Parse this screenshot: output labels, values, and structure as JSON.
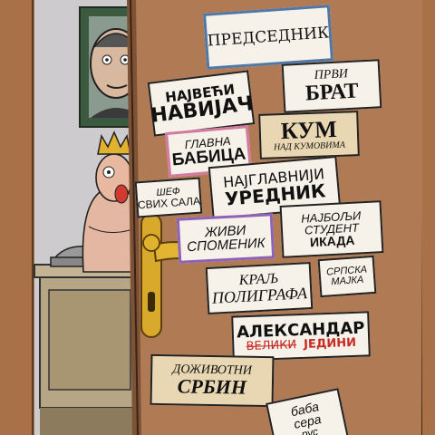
{
  "plates": {
    "predsednik": "ПРЕДСЕДНИК",
    "prvi_brat": {
      "line1": "ПРВИ",
      "line2": "БРАТ"
    },
    "najveci_navijac": {
      "line1": "НАЈВЕЋИ",
      "line2": "НАВИЈАЧ"
    },
    "kum": {
      "line1": "КУМ",
      "line2": "НАД КУМОВИМА"
    },
    "glavna_babica": {
      "line1": "ГЛАВНА",
      "line2": "БАБИЦА"
    },
    "sef_svih_sala": {
      "line1": "ШЕФ",
      "line2": "СВИХ САЛА"
    },
    "najglavniji_urednik": {
      "line1": "НАЈГЛАВНИЈИ",
      "line2": "УРЕДНИК"
    },
    "zivi_spomenik": {
      "line1": "ЖИВИ",
      "line2": "СПОМЕНИК"
    },
    "najbolji_student": {
      "line1": "НАЈБОЉИ",
      "line2": "СТУДЕНТ",
      "line3": "ИКАДА"
    },
    "kralj_poligrafa": {
      "line1": "КРАЉ",
      "line2": "ПОЛИГРАФА"
    },
    "srpska_majka": {
      "line1": "СРПСКА",
      "line2": "МАЈКА"
    },
    "aleksandar": {
      "line1": "АЛЕКСАНДАР",
      "crossed": "ВЕЛИКИ",
      "correction": "ЈЕДИНИ"
    },
    "dozivotni_srbin": {
      "line1": "ДОЖИВОТНИ",
      "line2": "СРБИН"
    },
    "baba_sera": {
      "line1": "баба",
      "line2": "сера",
      "line3": "рус"
    }
  },
  "colors": {
    "door": "#b07a55",
    "door_edge": "#7d5236",
    "wall": "#ddd8cf",
    "frame": "#a97148",
    "handle": "#d8a92a",
    "plate_paper": "#f6f2e9",
    "plate_blue_border": "#4f78a6",
    "plate_pink_border": "#d27aa0",
    "plate_tan": "#e8d7b2",
    "plate_purple_border": "#8e62b8",
    "plate_red_text": "#c62b25",
    "desk": "#b7a686",
    "portrait_frame": "#3b5a3f"
  }
}
